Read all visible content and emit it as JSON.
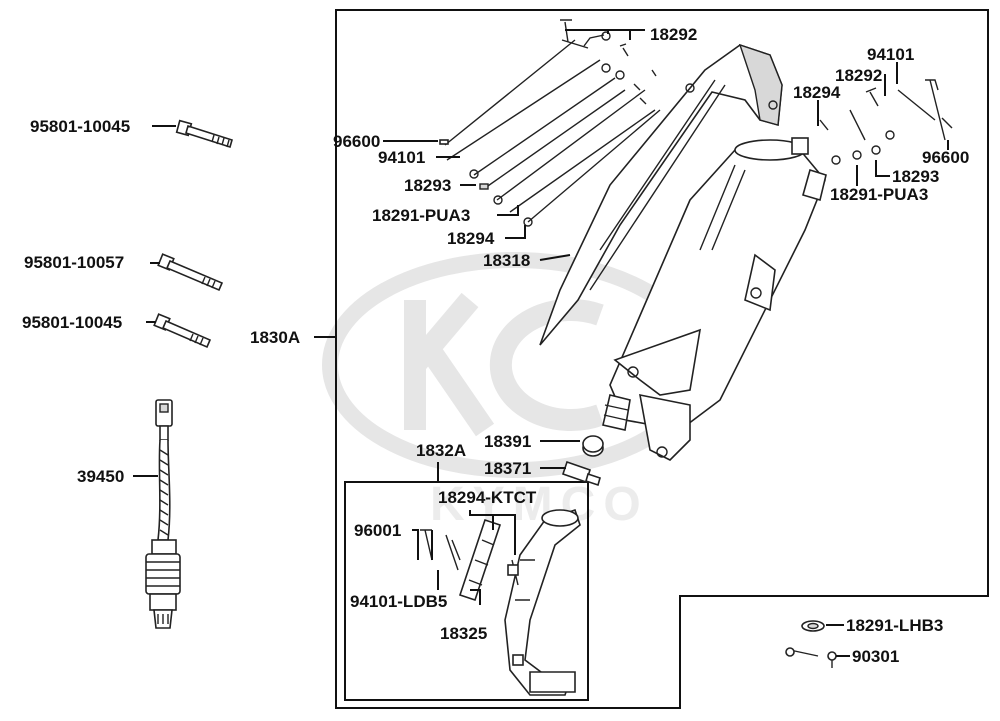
{
  "watermark": {
    "brand": "KYMCO"
  },
  "labels": {
    "p95801_10045_a": "95801-10045",
    "p95801_10057": "95801-10057",
    "p95801_10045_b": "95801-10045",
    "p39450": "39450",
    "p1830A": "1830A",
    "p1832A": "1832A",
    "p18292_l": "18292",
    "p96600_l": "96600",
    "p94101_l": "94101",
    "p18293_l": "18293",
    "p18291_PUA3_l": "18291-PUA3",
    "p18294_l": "18294",
    "p18318": "18318",
    "p94101_r": "94101",
    "p18292_r": "18292",
    "p18294_r": "18294",
    "p18293_r": "18293",
    "p96600_r": "96600",
    "p18291_PUA3_r": "18291-PUA3",
    "p18391": "18391",
    "p18371": "18371",
    "p18294_KTCT": "18294-KTCT",
    "p96001": "96001",
    "p94101_LDB5": "94101-LDB5",
    "p18325": "18325",
    "p18291_LHB3": "18291-LHB3",
    "p90301": "90301"
  }
}
